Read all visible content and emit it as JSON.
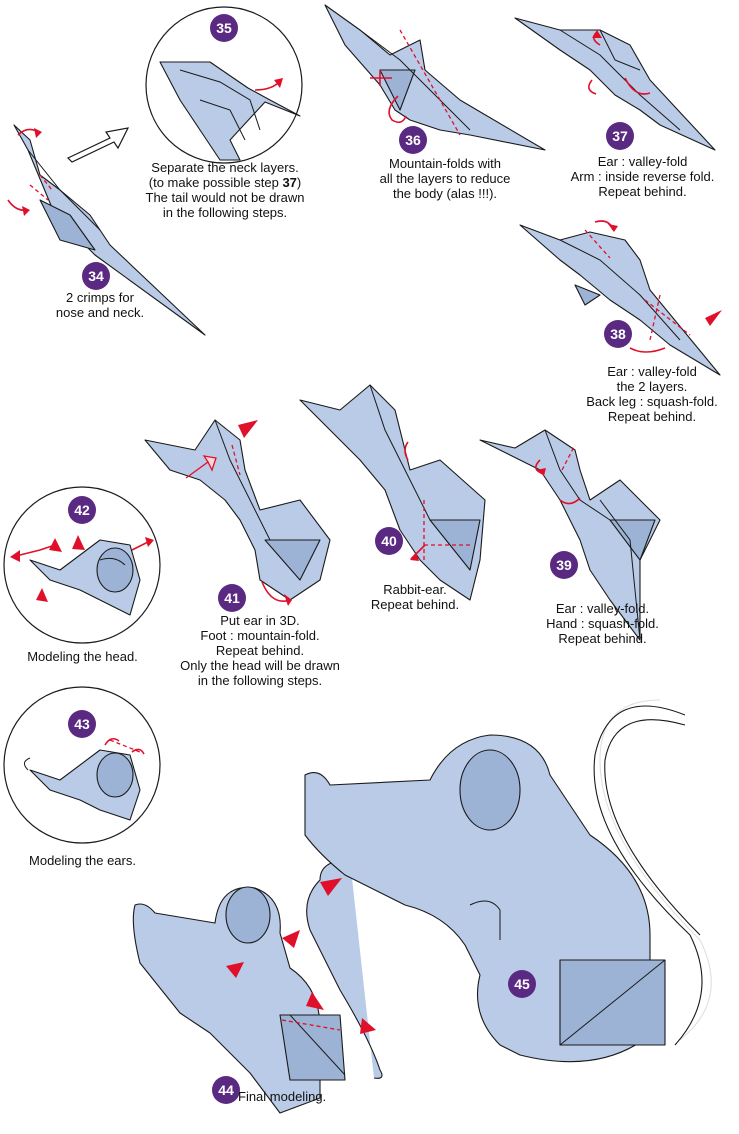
{
  "steps": {
    "s34": {
      "num": "34",
      "caption": "2 crimps for\nnose and neck."
    },
    "s35": {
      "num": "35",
      "caption_pre": "Separate the neck layers.\n(to make possible step ",
      "caption_ref": "37",
      "caption_post": ")\nThe tail would not be drawn\nin the following steps."
    },
    "s36": {
      "num": "36",
      "caption": "Mountain-folds with\nall the layers to reduce\nthe body (alas !!!)."
    },
    "s37": {
      "num": "37",
      "caption": "Ear : valley-fold\nArm : inside reverse fold.\nRepeat behind."
    },
    "s38": {
      "num": "38",
      "caption": "Ear : valley-fold\nthe 2 layers.\nBack leg : squash-fold.\nRepeat behind."
    },
    "s39": {
      "num": "39",
      "caption": "Ear : valley-fold.\nHand : squash-fold.\nRepeat behind."
    },
    "s40": {
      "num": "40",
      "caption": "Rabbit-ear.\nRepeat behind."
    },
    "s41": {
      "num": "41",
      "caption": "Put ear in 3D.\nFoot : mountain-fold.\nRepeat behind.\nOnly the head will be drawn\nin the following steps."
    },
    "s42": {
      "num": "42",
      "caption": "Modeling the head."
    },
    "s43": {
      "num": "43",
      "caption": "Modeling the ears."
    },
    "s44": {
      "num": "44",
      "caption": "Final modeling."
    },
    "s45": {
      "num": "45"
    }
  },
  "colors": {
    "paper": "#b9cbe6",
    "paper_dark": "#9db3d6",
    "line": "#1a1a1a",
    "arrow": "#e0102a",
    "badge": "#5a2a82"
  }
}
